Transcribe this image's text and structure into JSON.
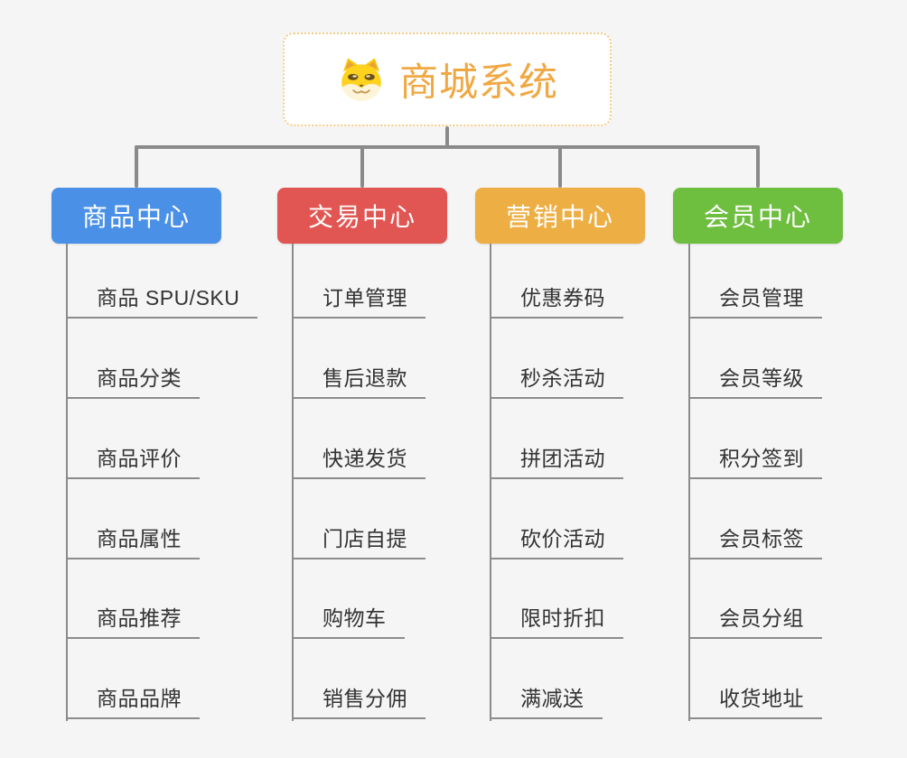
{
  "root": {
    "title": "商城系统",
    "icon": "doge-face-icon"
  },
  "branches": [
    {
      "label": "商品中心",
      "color": "#4a90e6",
      "children": [
        "商品 SPU/SKU",
        "商品分类",
        "商品评价",
        "商品属性",
        "商品推荐",
        "商品品牌"
      ]
    },
    {
      "label": "交易中心",
      "color": "#e15552",
      "children": [
        "订单管理",
        "售后退款",
        "快递发货",
        "门店自提",
        "购物车",
        "销售分佣"
      ]
    },
    {
      "label": "营销中心",
      "color": "#edae43",
      "children": [
        "优惠券码",
        "秒杀活动",
        "拼团活动",
        "砍价活动",
        "限时折扣",
        "满减送"
      ]
    },
    {
      "label": "会员中心",
      "color": "#6ebe3f",
      "children": [
        "会员管理",
        "会员等级",
        "积分签到",
        "会员标签",
        "会员分组",
        "收货地址"
      ]
    }
  ],
  "colors": {
    "background": "#f5f5f6",
    "connector": "#8a8a8a",
    "leaf_line": "#8c8c8c",
    "leaf_text": "#333333",
    "root_title": "#f0a843",
    "root_border": "#f3cc84",
    "branch_text": "#ffffff"
  }
}
